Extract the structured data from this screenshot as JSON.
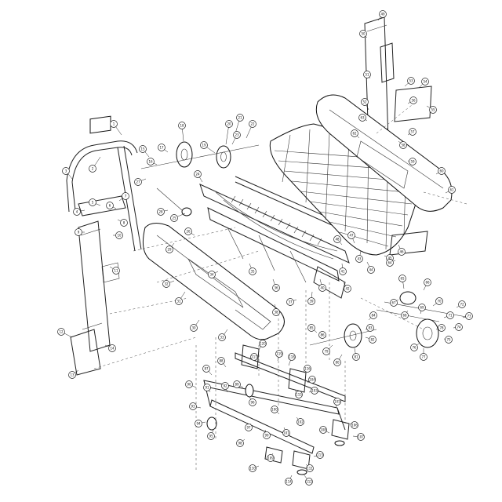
{
  "diagram": {
    "kind": "exploded-parts-view",
    "subject": "curved treadmill",
    "line_color": "#222222",
    "background": "#ffffff",
    "callout_labels": [
      "1",
      "2",
      "3",
      "4",
      "5",
      "6",
      "7",
      "8",
      "9",
      "10",
      "11",
      "12",
      "13",
      "14",
      "15",
      "16",
      "17",
      "18",
      "19",
      "20",
      "21",
      "22",
      "23",
      "24",
      "25",
      "26",
      "27",
      "28",
      "29",
      "30",
      "31",
      "32",
      "33",
      "34",
      "35",
      "36",
      "37",
      "38",
      "39",
      "40",
      "41",
      "42",
      "43",
      "44",
      "45",
      "46",
      "47",
      "48",
      "49",
      "50",
      "51",
      "52",
      "53",
      "54",
      "55",
      "56",
      "57",
      "58",
      "59",
      "60",
      "61",
      "62",
      "63",
      "64",
      "65",
      "66",
      "67",
      "68",
      "69",
      "70",
      "71",
      "72",
      "73",
      "74",
      "75",
      "76",
      "77",
      "78",
      "79",
      "80",
      "81",
      "82",
      "83",
      "84",
      "85",
      "86",
      "87",
      "88",
      "89",
      "90",
      "91",
      "92",
      "93",
      "94",
      "95",
      "96",
      "97",
      "98",
      "99",
      "100",
      "101",
      "102",
      "103",
      "104",
      "105",
      "106",
      "107",
      "108",
      "109",
      "110",
      "111",
      "112",
      "113",
      "114",
      "115",
      "116",
      "117",
      "118",
      "119",
      "120"
    ]
  }
}
